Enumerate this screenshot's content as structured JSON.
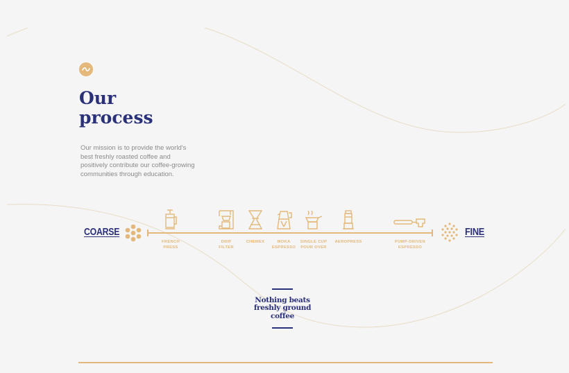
{
  "section": {
    "title": "Our process",
    "mission": "Our mission is to provide the world's best freshly roasted coffee and positively contribute our coffee-growing communities through education."
  },
  "scale": {
    "coarse_label": "COARSE",
    "fine_label": "FINE",
    "methods": [
      {
        "label": "FRENCH\nPRESS",
        "icon": "french-press-icon"
      },
      {
        "label": "DRIP\nFILTER",
        "icon": "drip-filter-icon"
      },
      {
        "label": "CHEMEX",
        "icon": "chemex-icon"
      },
      {
        "label": "MOKA\nESPRESSO",
        "icon": "moka-pot-icon"
      },
      {
        "label": "SINGLE CUP\nPOUR OVER",
        "icon": "pour-over-icon"
      },
      {
        "label": "AEROPRESS",
        "icon": "aeropress-icon"
      },
      {
        "label": "PUMP-DRIVEN\nESPRESSO",
        "icon": "espresso-portafilter-icon"
      }
    ]
  },
  "tagline": "Nothing beats freshly ground coffee",
  "colors": {
    "navy": "#2a3178",
    "gold": "#e3b87a",
    "text_gray": "#8a8a8a",
    "background": "#f5f5f5"
  }
}
